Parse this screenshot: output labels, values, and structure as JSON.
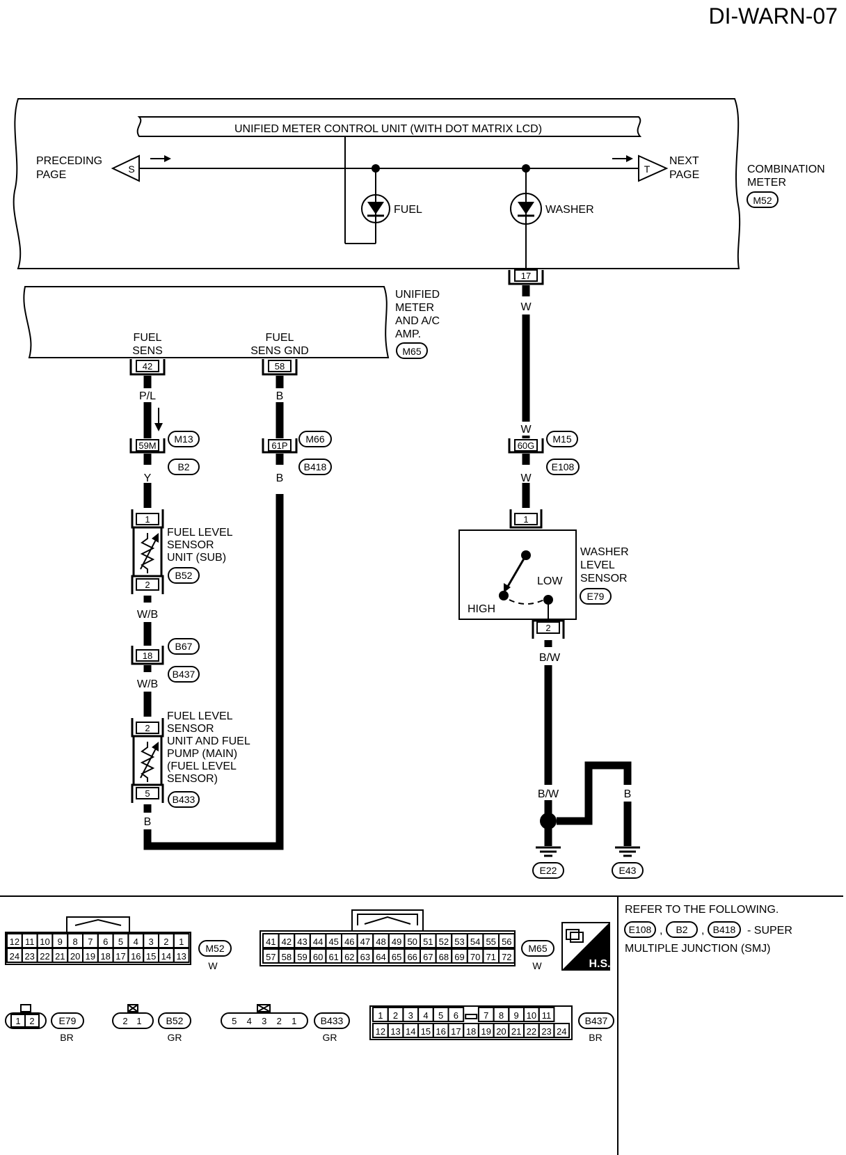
{
  "page_id": "DI-WARN-07",
  "combination_meter": {
    "label_lines": [
      "COMBINATION",
      "METER"
    ],
    "connector": "M52",
    "control_unit_label": "UNIFIED METER CONTROL UNIT (WITH DOT MATRIX LCD)",
    "preceding_page": [
      "PRECEDING",
      "PAGE"
    ],
    "preceding_marker": "S",
    "next_page": [
      "NEXT",
      "PAGE"
    ],
    "next_marker": "T",
    "fuel_lamp": "FUEL",
    "washer_lamp": "WASHER",
    "terminal": "17"
  },
  "ac_amp": {
    "label_lines": [
      "UNIFIED",
      "METER",
      "AND A/C",
      "AMP."
    ],
    "connector": "M65",
    "fuel_sens": [
      "FUEL",
      "SENS"
    ],
    "fuel_sens_terminal": "42",
    "fuel_sens_gnd": [
      "FUEL",
      "SENS GND"
    ],
    "fuel_sens_gnd_terminal": "58"
  },
  "wire_colors": {
    "pl": "P/L",
    "y": "Y",
    "b": "B",
    "w": "W",
    "wb": "W/B",
    "bw": "B/W"
  },
  "junctions": {
    "j1": {
      "pin": "59M",
      "top": "M13",
      "bottom": "B2"
    },
    "j2": {
      "pin": "61P",
      "top": "M66",
      "bottom": "B418"
    },
    "j3": {
      "pin": "60G",
      "top": "M15",
      "bottom": "E108"
    },
    "j4": {
      "pin": "18",
      "top": "B67",
      "bottom": "B437"
    }
  },
  "sub_sensor": {
    "label_lines": [
      "FUEL LEVEL",
      "SENSOR",
      "UNIT (SUB)"
    ],
    "connector": "B52",
    "pin_top": "1",
    "pin_bottom": "2"
  },
  "main_sensor": {
    "label_lines": [
      "FUEL LEVEL",
      "SENSOR",
      "UNIT AND FUEL",
      "PUMP (MAIN)",
      "(FUEL LEVEL",
      " SENSOR)"
    ],
    "connector": "B433",
    "pin_top": "2",
    "pin_bottom": "5"
  },
  "washer_sensor": {
    "label_lines": [
      "WASHER",
      "LEVEL",
      "SENSOR"
    ],
    "connector": "E79",
    "pin_top": "1",
    "pin_bottom": "2",
    "high": "HIGH",
    "low": "LOW"
  },
  "grounds": [
    "E22",
    "E43"
  ],
  "connector_views": {
    "m52": {
      "id": "M52",
      "color": "W",
      "row1": [
        "12",
        "11",
        "10",
        "9",
        "8",
        "7",
        "6",
        "5",
        "4",
        "3",
        "2",
        "1"
      ],
      "row2": [
        "24",
        "23",
        "22",
        "21",
        "20",
        "19",
        "18",
        "17",
        "16",
        "15",
        "14",
        "13"
      ]
    },
    "m65": {
      "id": "M65",
      "color": "W",
      "row1": [
        "41",
        "42",
        "43",
        "44",
        "45",
        "46",
        "47",
        "48",
        "49",
        "50",
        "51",
        "52",
        "53",
        "54",
        "55",
        "56"
      ],
      "row2": [
        "57",
        "58",
        "59",
        "60",
        "61",
        "62",
        "63",
        "64",
        "65",
        "66",
        "67",
        "68",
        "69",
        "70",
        "71",
        "72"
      ]
    },
    "e79": {
      "id": "E79",
      "color": "BR",
      "pins": [
        "1",
        "2"
      ]
    },
    "b52": {
      "id": "B52",
      "color": "GR",
      "pins": [
        "2",
        "1"
      ]
    },
    "b433": {
      "id": "B433",
      "color": "GR",
      "pins": [
        "5",
        "4",
        "3",
        "2",
        "1"
      ]
    },
    "b437": {
      "id": "B437",
      "color": "BR",
      "row1": [
        "1",
        "2",
        "3",
        "4",
        "5",
        "6",
        "",
        "7",
        "8",
        "9",
        "10",
        "11"
      ],
      "row2": [
        "12",
        "13",
        "14",
        "15",
        "16",
        "17",
        "18",
        "19",
        "20",
        "21",
        "22",
        "23",
        "24"
      ]
    }
  },
  "hs_badge": "H.S.",
  "refer": {
    "line1": "REFER TO THE FOLLOWING.",
    "c1": "E108",
    "sep1": ",",
    "c2": "B2",
    "sep2": ",",
    "c3": "B418",
    "suffix": "- SUPER",
    "line3": "MULTIPLE JUNCTION (SMJ)"
  }
}
